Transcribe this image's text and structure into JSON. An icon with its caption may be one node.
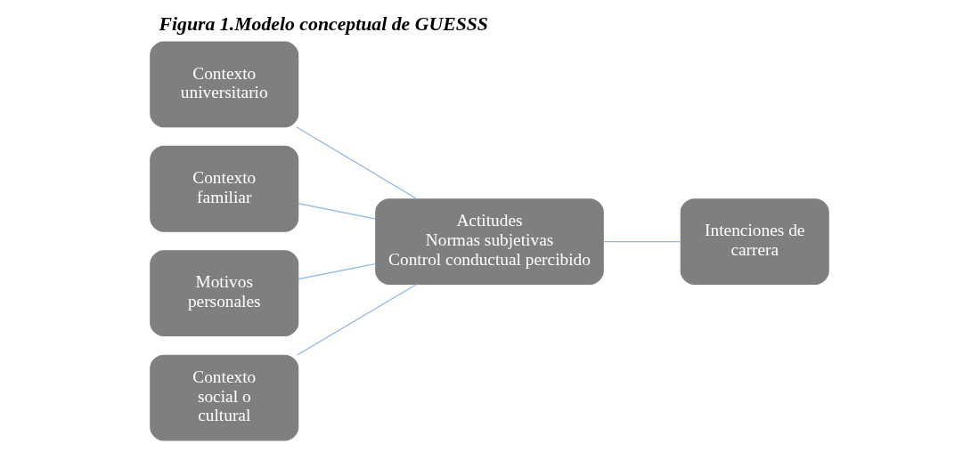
{
  "diagram": {
    "title": "Figura 1.Modelo conceptual de GUESSS",
    "nodes": [
      {
        "text": [
          "Contexto universitario"
        ]
      },
      {
        "text": [
          "Contexto familiar"
        ]
      },
      {
        "text": [
          "Motivos personales"
        ]
      },
      {
        "text": [
          "Contexto social o cultural"
        ]
      },
      {
        "text": [
          "Actitudes",
          "Normas subjetivas",
          "Control conductual percibido"
        ]
      },
      {
        "text": [
          "Intenciones de carrera"
        ]
      }
    ],
    "edges": [
      {
        "from": 0,
        "to": 4,
        "arrow": "none"
      },
      {
        "from": 1,
        "to": 4,
        "arrow": "none"
      },
      {
        "from": 2,
        "to": 4,
        "arrow": "none"
      },
      {
        "from": 3,
        "to": 4,
        "arrow": "none"
      },
      {
        "from": 4,
        "to": 5,
        "arrow": "none"
      }
    ]
  }
}
